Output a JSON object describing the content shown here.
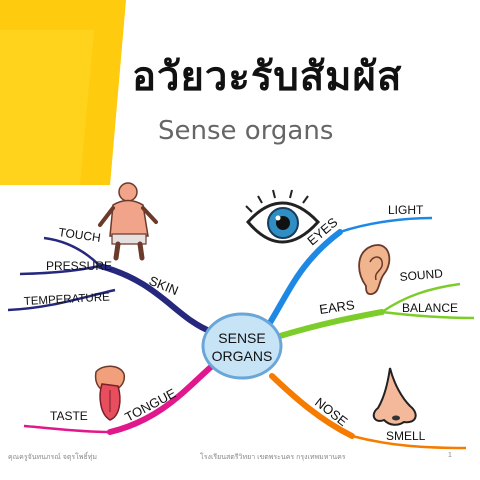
{
  "slide": {
    "title": "อวัยวะรับสัมผัส",
    "subtitle": "Sense organs",
    "footer_left": "คุณครูจันทนภรณ์ จตุรโพธิ์ทุ่ม",
    "footer_center": "โรงเรียนสตรีวิทยา เขตพระนคร กรุงเทพมหานคร",
    "page_number": "1"
  },
  "mind_map": {
    "center": [
      "SENSE",
      "ORGANS"
    ],
    "branches": {
      "skin": {
        "label": "SKIN",
        "color": "#26287e",
        "leaves": [
          "TOUCH",
          "PRESSURE",
          "TEMPERATURE"
        ],
        "icon": "body-icon"
      },
      "eyes": {
        "label": "EYES",
        "color": "#1e88e5",
        "leaves": [
          "LIGHT"
        ],
        "icon": "eye-icon"
      },
      "ears": {
        "label": "EARS",
        "color": "#7ccd2a",
        "leaves": [
          "SOUND",
          "BALANCE"
        ],
        "icon": "ear-icon"
      },
      "nose": {
        "label": "NOSE",
        "color": "#f57c00",
        "leaves": [
          "SMELL"
        ],
        "icon": "nose-icon"
      },
      "tongue": {
        "label": "TONGUE",
        "color": "#e0188b",
        "leaves": [
          "TASTE"
        ],
        "icon": "tongue-icon"
      }
    }
  },
  "colors": {
    "accent_yellow": "#ffd21c",
    "center_fill": "#c7e3f6",
    "center_stroke": "#6aa6d8"
  }
}
